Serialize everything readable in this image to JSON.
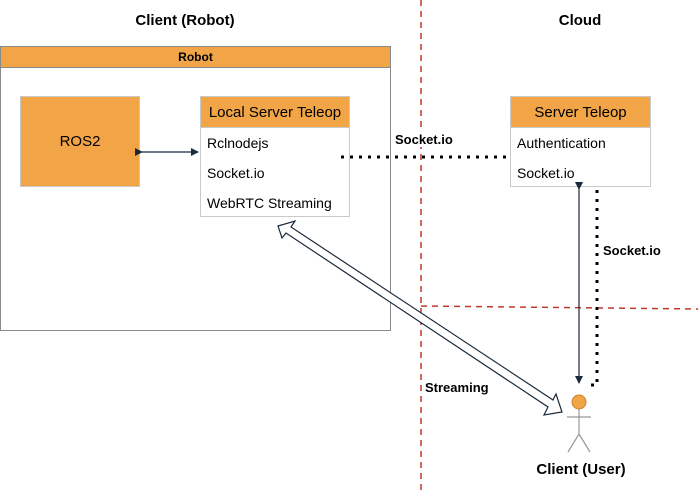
{
  "regions": {
    "client_title": "Client (Robot)",
    "cloud_title": "Cloud"
  },
  "robot_container": {
    "label": "Robot"
  },
  "ros2_node": {
    "label": "ROS2"
  },
  "local_server": {
    "title": "Local Server Teleop",
    "items": [
      "Rclnodejs",
      "Socket.io",
      "WebRTC Streaming"
    ]
  },
  "server_teleop": {
    "title": "Server Teleop",
    "items": [
      "Authentication",
      "Socket.io"
    ]
  },
  "edge_labels": {
    "local_to_server": "Socket.io",
    "server_to_client": "Socket.io",
    "streaming": "Streaming"
  },
  "actor": {
    "label": "Client (User)"
  },
  "colors": {
    "accent": "#f2a546",
    "divider": "#c0392b",
    "frame_border": "#8a8a8a",
    "arrow": "#1a2a3a"
  }
}
